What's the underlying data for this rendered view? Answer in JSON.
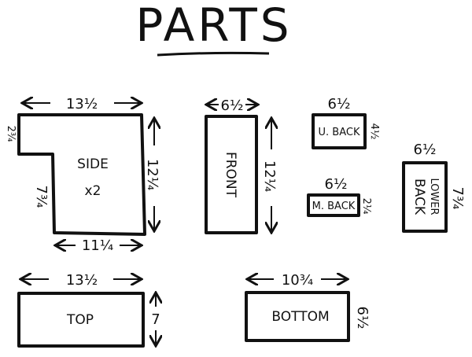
{
  "title": "PARTS",
  "parts": {
    "side": {
      "label": "SIDE",
      "qty": "x2",
      "top": "13½",
      "left_upper": "2¾",
      "left_lower": "7¾",
      "right": "12¼",
      "bottom": "11¼"
    },
    "front": {
      "label": "FRONT",
      "width": "6½",
      "height": "12¼"
    },
    "upper_back": {
      "label": "U. BACK",
      "width": "6½",
      "height": "4½"
    },
    "middle_back": {
      "label": "M. BACK",
      "width": "6½",
      "height": "2¼"
    },
    "lower_back": {
      "label_line1": "LOWER",
      "label_line2": "BACK",
      "width": "6½",
      "height": "7¾"
    },
    "top": {
      "label": "TOP",
      "width": "13½",
      "height": "7"
    },
    "bottom": {
      "label": "BOTTOM",
      "width": "10¾",
      "height": "6½"
    }
  }
}
